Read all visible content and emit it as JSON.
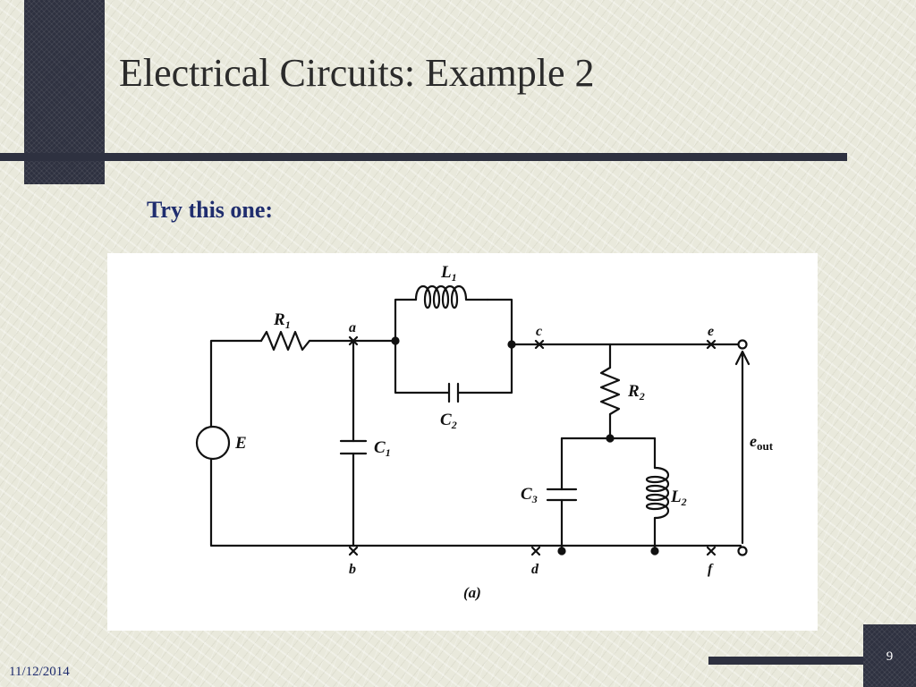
{
  "slide": {
    "title": "Electrical Circuits: Example 2",
    "subtitle": "Try this one:",
    "date": "11/12/2014",
    "page_number": "9"
  },
  "diagram": {
    "components": {
      "R1": "R",
      "L1": "L",
      "C2": "C",
      "C1": "C",
      "R2": "R",
      "C3": "C",
      "L2": "L",
      "E": "E"
    },
    "subscripts": {
      "R1": "1",
      "L1": "1",
      "C2": "2",
      "C1": "1",
      "R2": "2",
      "C3": "3",
      "L2": "2",
      "eout": "out"
    },
    "nodes": {
      "a": "a",
      "b": "b",
      "c": "c",
      "d": "d",
      "e": "e",
      "f": "f"
    },
    "output_label": "e",
    "caption": "(a)"
  },
  "colors": {
    "background": "#e9e9dc",
    "accent_dark": "#2e3140",
    "title_text": "#2b2b2b",
    "subtitle_text": "#1f2d6e",
    "wire": "#111111"
  }
}
